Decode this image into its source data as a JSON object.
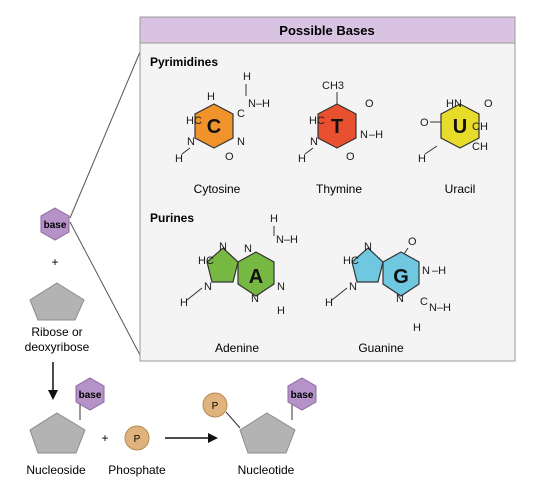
{
  "panel": {
    "title": "Possible Bases"
  },
  "sections": {
    "pyrimidines": "Pyrimidines",
    "purines": "Purines"
  },
  "bases": [
    {
      "letter": "C",
      "name": "Cytosine",
      "color": "#f0932b"
    },
    {
      "letter": "T",
      "name": "Thymine",
      "color": "#e8502f"
    },
    {
      "letter": "U",
      "name": "Uracil",
      "color": "#e7dc2a"
    },
    {
      "letter": "A",
      "name": "Adenine",
      "color": "#77b843"
    },
    {
      "letter": "G",
      "name": "Guanine",
      "color": "#6fc7e0"
    }
  ],
  "atoms": {
    "H": "H",
    "N": "N",
    "C": "C",
    "O": "O",
    "HC": "HC",
    "HN": "HN",
    "CH": "CH",
    "CH3": "CH3",
    "bond_H": "–H",
    "bond_NH": "N–H"
  },
  "left": {
    "base_label": "base",
    "plus": "+",
    "sugar_label_1": "Ribose or",
    "sugar_label_2": "deoxyribose"
  },
  "bottom": {
    "nucleoside": "Nucleoside",
    "plus": "+",
    "phosphate": "Phosphate",
    "p": "P",
    "nucleotide": "Nucleotide",
    "base_label": "base"
  },
  "colors": {
    "panel_header": "#d9c3e2",
    "panel_border": "#9a9a9a",
    "base_pentagon": "#b593c8",
    "sugar": "#b3b3b3",
    "phosphate": "#e0b37c"
  }
}
